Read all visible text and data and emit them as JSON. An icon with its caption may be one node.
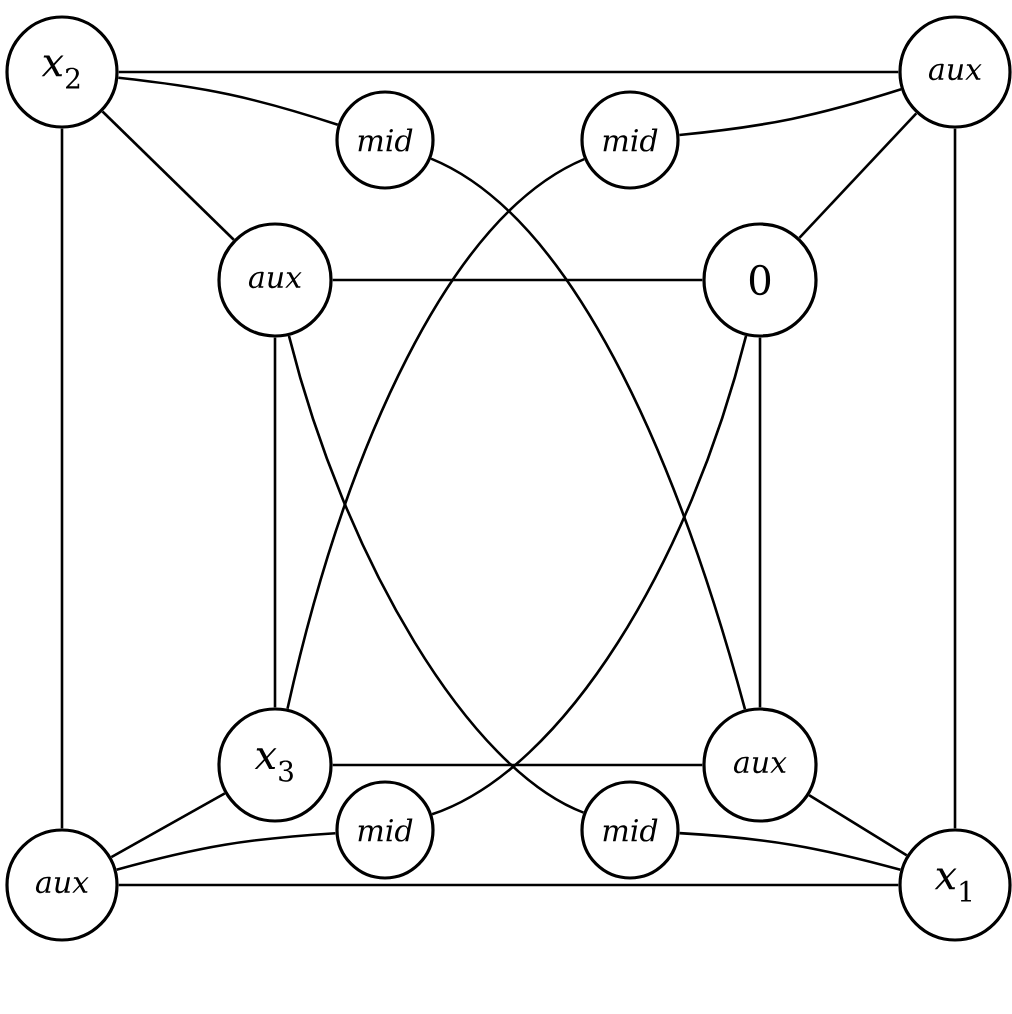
{
  "diagram": {
    "nodes": [
      {
        "text": [
          "*x*$_{2}$"
        ]
      },
      {
        "text": [
          "*mid*"
        ]
      },
      {
        "text": [
          "*mid*"
        ]
      },
      {
        "text": [
          "*aux*"
        ]
      },
      {
        "text": [
          "*aux*"
        ]
      },
      {
        "text": [
          "0"
        ]
      },
      {
        "text": [
          "*x*$_{3}$"
        ]
      },
      {
        "text": [
          "*aux*"
        ]
      },
      {
        "text": [
          "*mid*"
        ]
      },
      {
        "text": [
          "*mid*"
        ]
      },
      {
        "text": [
          "*aux*"
        ]
      },
      {
        "text": [
          "*x*$_{1}$"
        ]
      }
    ],
    "edges": [
      {
        "from": 0,
        "to": 3,
        "arrow": "none"
      },
      {
        "from": 0,
        "to": 10,
        "arrow": "none"
      },
      {
        "from": 0,
        "to": 1,
        "arrow": "none"
      },
      {
        "from": 0,
        "to": 4,
        "arrow": "none"
      },
      {
        "from": 1,
        "to": 7,
        "arrow": "none"
      },
      {
        "from": 2,
        "to": 3,
        "arrow": "none"
      },
      {
        "from": 2,
        "to": 6,
        "arrow": "none"
      },
      {
        "from": 3,
        "to": 5,
        "arrow": "none"
      },
      {
        "from": 3,
        "to": 11,
        "arrow": "none"
      },
      {
        "from": 4,
        "to": 5,
        "arrow": "none"
      },
      {
        "from": 4,
        "to": 6,
        "arrow": "none"
      },
      {
        "from": 4,
        "to": 9,
        "arrow": "none"
      },
      {
        "from": 5,
        "to": 7,
        "arrow": "none"
      },
      {
        "from": 5,
        "to": 8,
        "arrow": "none"
      },
      {
        "from": 6,
        "to": 7,
        "arrow": "none"
      },
      {
        "from": 6,
        "to": 10,
        "arrow": "none"
      },
      {
        "from": 7,
        "to": 11,
        "arrow": "none"
      },
      {
        "from": 8,
        "to": 10,
        "arrow": "none"
      },
      {
        "from": 9,
        "to": 11,
        "arrow": "none"
      },
      {
        "from": 10,
        "to": 11,
        "arrow": "none"
      }
    ]
  }
}
